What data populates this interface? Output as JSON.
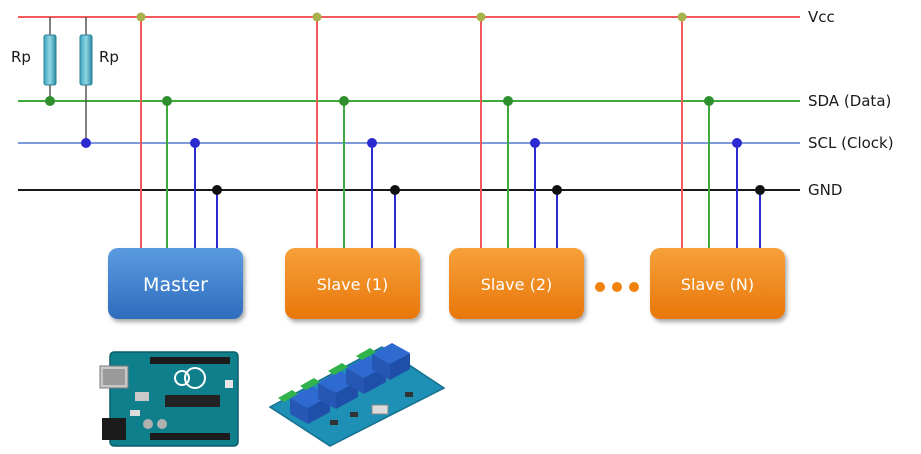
{
  "bus_lines": {
    "vcc": {
      "label": "Vcc",
      "color": "#f05a5a"
    },
    "sda": {
      "label": "SDA (Data)",
      "color": "#3cab3c"
    },
    "scl": {
      "label": "SCL (Clock)",
      "color": "#6b8fd6"
    },
    "gnd": {
      "label": "GND",
      "color": "#1a1a1a"
    }
  },
  "resistors": [
    {
      "label": "Rp"
    },
    {
      "label": "Rp"
    }
  ],
  "devices": [
    {
      "label": "Master",
      "color": "#3b7dd0"
    },
    {
      "label": "Slave (1)",
      "color": "#f0820e"
    },
    {
      "label": "Slave (2)",
      "color": "#f0820e"
    },
    {
      "label": "Slave (N)",
      "color": "#f0820e"
    }
  ],
  "ellipsis_color": "#f0820e",
  "images": [
    {
      "name": "arduino-uno-board"
    },
    {
      "name": "relay-module-board"
    }
  ]
}
